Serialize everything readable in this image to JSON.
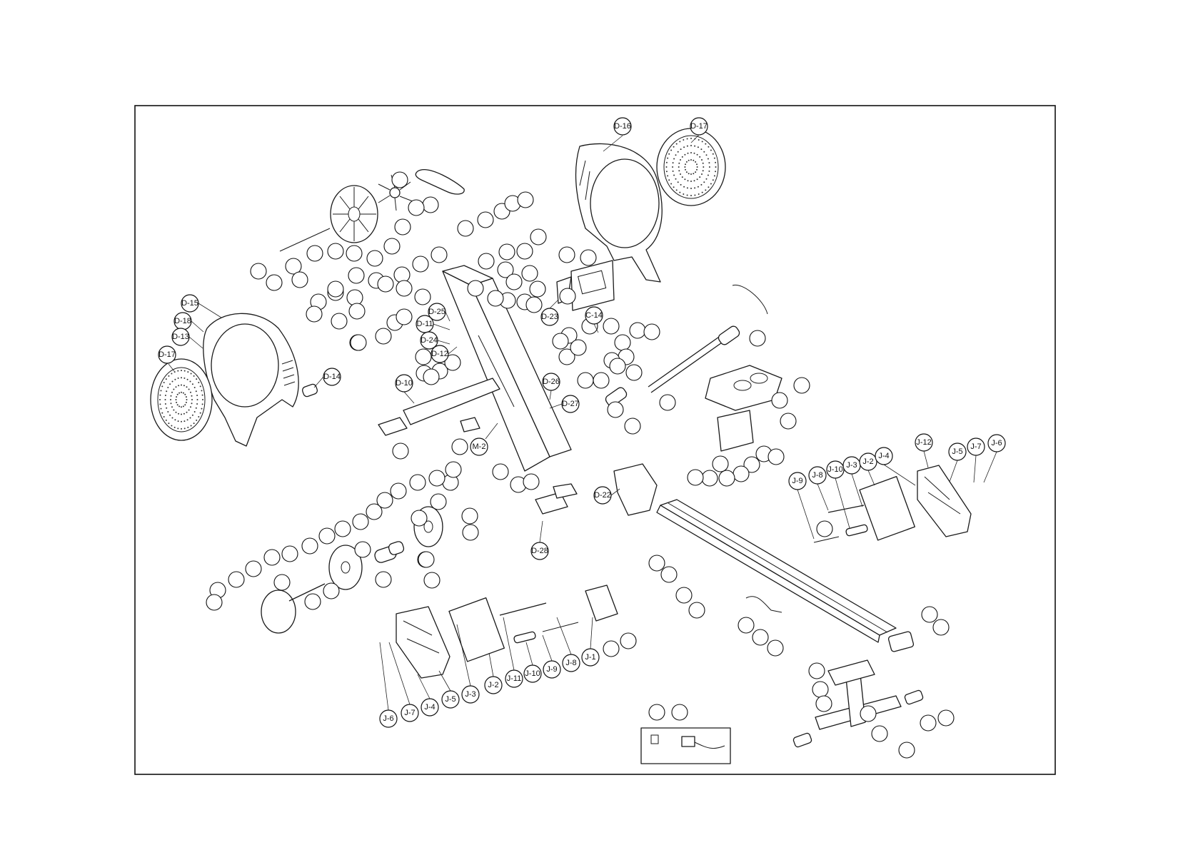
{
  "callout_labels": {
    "d16": "D-16",
    "d17_top": "D-17",
    "d15": "D-15",
    "d18": "D-18",
    "d13": "D-13",
    "d17_left": "D-17",
    "d14": "D-14",
    "d25": "D-25",
    "d11": "D-11",
    "d24": "D-24",
    "d12": "D-12",
    "d10": "D-10",
    "d23": "D-23",
    "c14": "C-14",
    "d26": "D-26",
    "d27": "D-27",
    "m2": "M-2",
    "d22": "D-22",
    "d28": "D-28",
    "j12_r": "J-12",
    "j5_r": "J-5",
    "j7_r": "J-7",
    "j6_r": "J-6",
    "j9_r": "J-9",
    "j8_r": "J-8",
    "j10_r": "J-10",
    "j3_r": "J-3",
    "j2_r": "J-2",
    "j4_r": "J-4",
    "j1": "J-1",
    "j8_l": "J-8",
    "j9_l": "J-9",
    "j10_l": "J-10",
    "j11": "J-11",
    "j2_l": "J-2",
    "j3_l": "J-3",
    "j5_l": "J-5",
    "j4_l": "J-4",
    "j7_l": "J-7",
    "j6_l": "J-6"
  }
}
